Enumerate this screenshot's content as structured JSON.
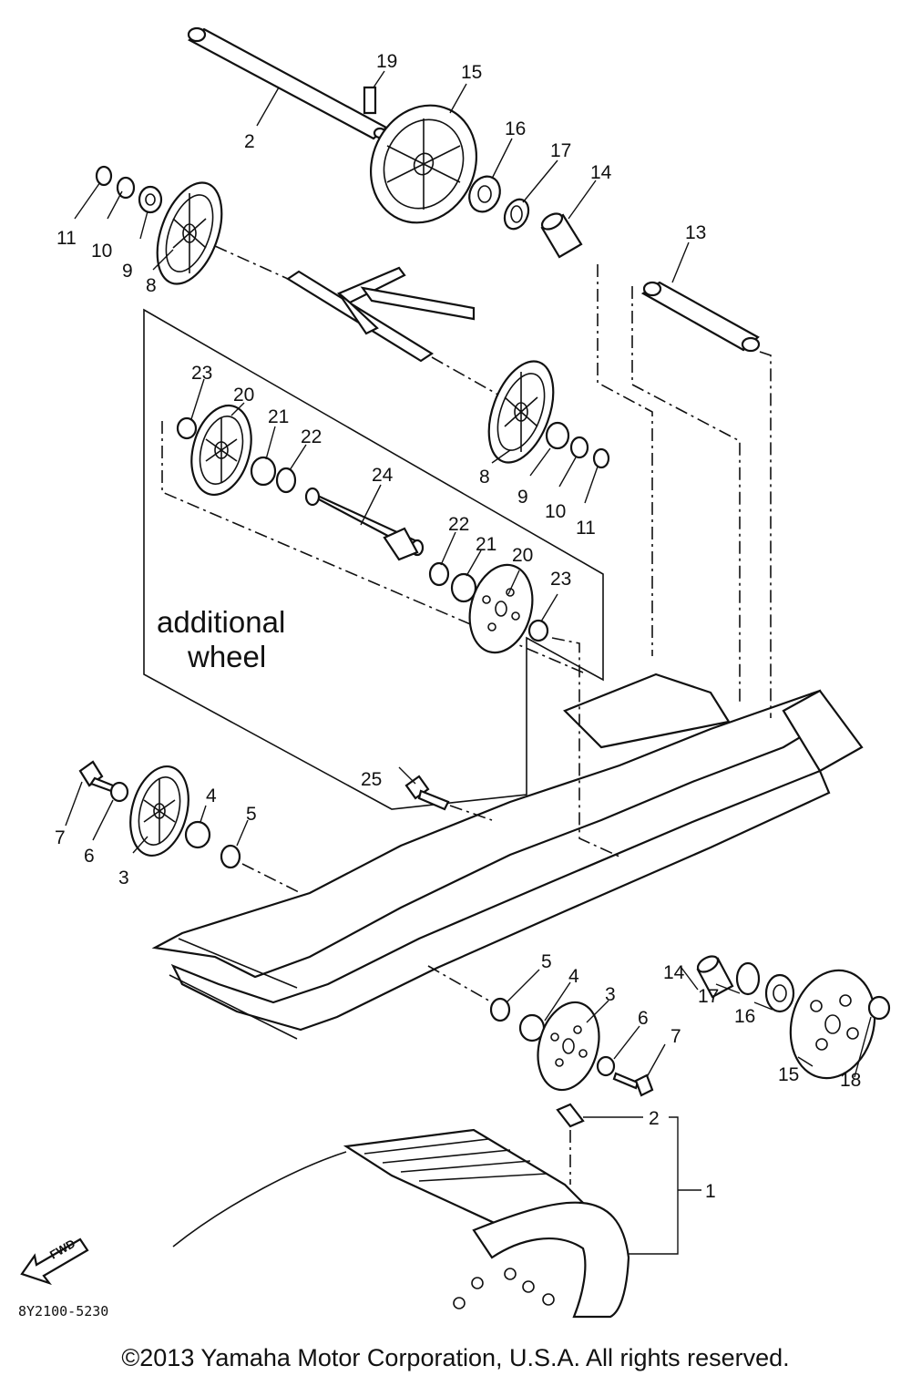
{
  "diagram": {
    "note_line1": "additional",
    "note_line2": "wheel",
    "drawing_code": "8Y2100-5230",
    "fwd_label": "FWD",
    "callouts": [
      {
        "id": "c19",
        "label": "19"
      },
      {
        "id": "c15a",
        "label": "15"
      },
      {
        "id": "c2a",
        "label": "2"
      },
      {
        "id": "c16a",
        "label": "16"
      },
      {
        "id": "c17a",
        "label": "17"
      },
      {
        "id": "c14a",
        "label": "14"
      },
      {
        "id": "c13",
        "label": "13"
      },
      {
        "id": "c11a",
        "label": "11"
      },
      {
        "id": "c10a",
        "label": "10"
      },
      {
        "id": "c9a",
        "label": "9"
      },
      {
        "id": "c8a",
        "label": "8"
      },
      {
        "id": "c23a",
        "label": "23"
      },
      {
        "id": "c20a",
        "label": "20"
      },
      {
        "id": "c21a",
        "label": "21"
      },
      {
        "id": "c22a",
        "label": "22"
      },
      {
        "id": "c8b",
        "label": "8"
      },
      {
        "id": "c9b",
        "label": "9"
      },
      {
        "id": "c10b",
        "label": "10"
      },
      {
        "id": "c11b",
        "label": "11"
      },
      {
        "id": "c24",
        "label": "24"
      },
      {
        "id": "c22b",
        "label": "22"
      },
      {
        "id": "c21b",
        "label": "21"
      },
      {
        "id": "c20b",
        "label": "20"
      },
      {
        "id": "c23b",
        "label": "23"
      },
      {
        "id": "c25",
        "label": "25"
      },
      {
        "id": "c7a",
        "label": "7"
      },
      {
        "id": "c6a",
        "label": "6"
      },
      {
        "id": "c3a",
        "label": "3"
      },
      {
        "id": "c4a",
        "label": "4"
      },
      {
        "id": "c5a",
        "label": "5"
      },
      {
        "id": "c5b",
        "label": "5"
      },
      {
        "id": "c4b",
        "label": "4"
      },
      {
        "id": "c3b",
        "label": "3"
      },
      {
        "id": "c6b",
        "label": "6"
      },
      {
        "id": "c7b",
        "label": "7"
      },
      {
        "id": "c14b",
        "label": "14"
      },
      {
        "id": "c17b",
        "label": "17"
      },
      {
        "id": "c16b",
        "label": "16"
      },
      {
        "id": "c15b",
        "label": "15"
      },
      {
        "id": "c18",
        "label": "18"
      },
      {
        "id": "c2b",
        "label": "2"
      },
      {
        "id": "c1",
        "label": "1"
      }
    ]
  },
  "footer": {
    "copyright": "©2013 Yamaha Motor Corporation, U.S.A. All rights reserved."
  }
}
